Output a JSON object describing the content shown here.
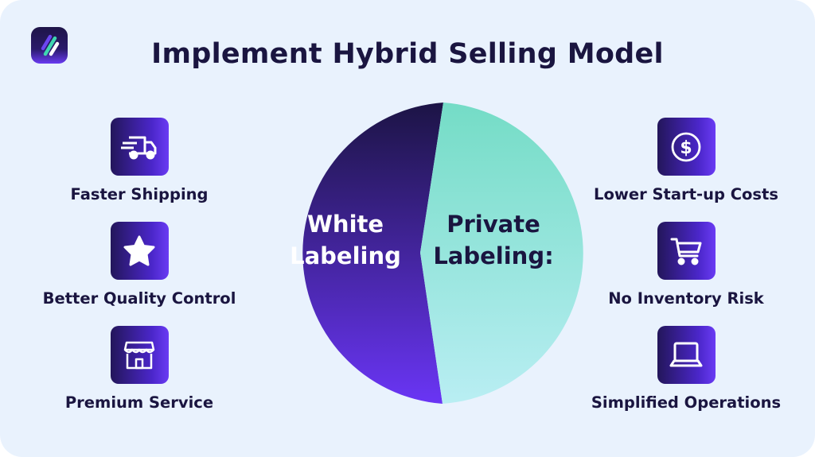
{
  "title": "Implement Hybrid Selling Model",
  "logo": {
    "icon": "slash-stripes-logo"
  },
  "pie": {
    "segments": [
      {
        "label_line1": "White",
        "label_line2": "Labeling",
        "color_top": "#1c1445",
        "color_bottom": "#6a35f5"
      },
      {
        "label_line1": "Private",
        "label_line2": "Labeling:",
        "color_top": "#74dcc6",
        "color_bottom": "#b9eef3"
      }
    ]
  },
  "left_features": [
    {
      "label": "Faster Shipping",
      "icon": "delivery-truck-icon"
    },
    {
      "label": "Better Quality Control",
      "icon": "star-icon"
    },
    {
      "label": "Premium Service",
      "icon": "storefront-icon"
    }
  ],
  "right_features": [
    {
      "label": "Lower Start-up Costs",
      "icon": "dollar-coin-icon"
    },
    {
      "label": "No Inventory Risk",
      "icon": "shopping-cart-icon"
    },
    {
      "label": "Simplified Operations",
      "icon": "laptop-icon"
    }
  ]
}
